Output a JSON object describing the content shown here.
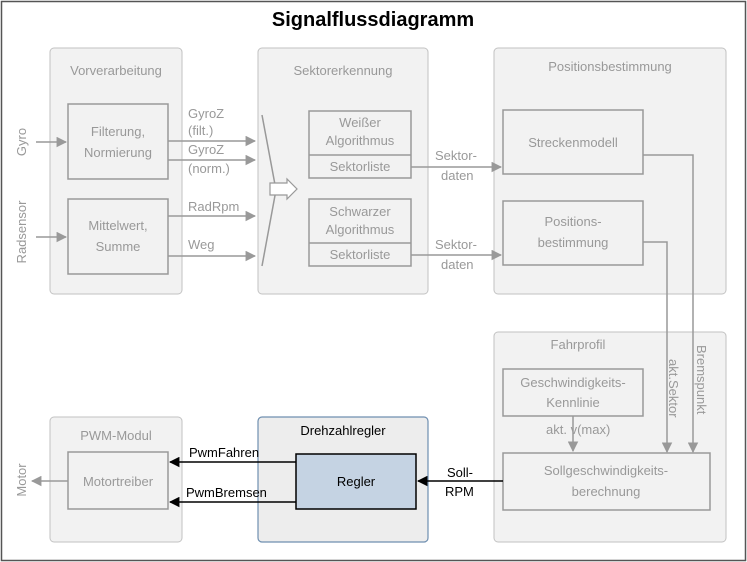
{
  "title": "Signalflussdiagramm",
  "modules": {
    "vorverarbeitung": {
      "title": "Vorverarbeitung",
      "filter": [
        "Filterung,",
        "Normierung"
      ],
      "mittelwert": [
        "Mittelwert,",
        "Summe"
      ]
    },
    "sektorerkennung": {
      "title": "Sektorerkennung",
      "weiss": [
        "Weißer",
        "Algorithmus"
      ],
      "schwarz": [
        "Schwarzer",
        "Algorithmus"
      ],
      "liste": "Sektorliste"
    },
    "positionsbestimmung": {
      "title": "Positionsbestimmung",
      "strecke": "Streckenmodell",
      "pos": [
        "Positions-",
        "bestimmung"
      ]
    },
    "fahrprofil": {
      "title": "Fahrprofil",
      "kennlinie": [
        "Geschwindigkeits-",
        "Kennlinie"
      ],
      "sollgeschw": [
        "Sollgeschwindigkeits-",
        "berechnung"
      ]
    },
    "drehzahlregler": {
      "title": "Drehzahlregler",
      "regler": "Regler"
    },
    "pwm": {
      "title": "PWM-Modul",
      "treiber": "Motortreiber"
    }
  },
  "inputs": {
    "gyro": "Gyro",
    "radsensor": "Radsensor"
  },
  "output": "Motor",
  "signals": {
    "gyroz_filt": [
      "GyroZ",
      "(filt.)"
    ],
    "gyroz_norm": [
      "GyroZ",
      "(norm.)"
    ],
    "radrpm": "RadRpm",
    "weg": "Weg",
    "sektordaten": [
      "Sektor-",
      "daten"
    ],
    "akt_sektor": "akt.Sektor",
    "bremspunkt": "Bremspunkt",
    "akt_vmax": "akt. v(max)",
    "soll_rpm": [
      "Soll-",
      "RPM"
    ],
    "pwm_fahren": "PwmFahren",
    "pwm_bremsen": "PwmBremsen"
  },
  "colors": {
    "gray": "#999999",
    "module_bg": "#f2f2f2",
    "regler_fill": "#c5d3e3",
    "drehzahl_bg": "#ededed",
    "drehzahl_border": "#6f8fb0"
  }
}
